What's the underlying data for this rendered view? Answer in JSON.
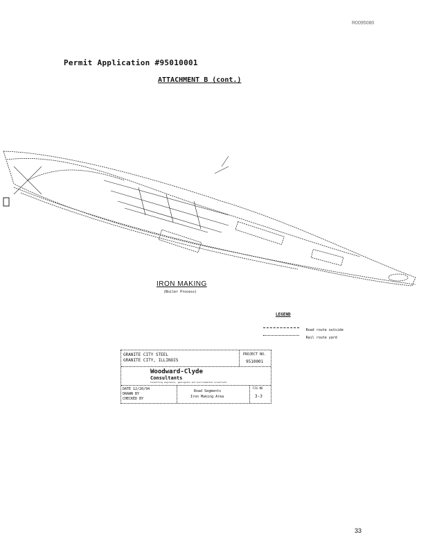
{
  "header": {
    "doc_id": "R0095080",
    "permit": "Permit Application #95010001",
    "attachment": "ATTACHMENT B (cont.)"
  },
  "map": {
    "title": "IRON MAKING",
    "subtitle": "(Boiler Process)",
    "legend_title": "LEGEND",
    "legend_items": [
      "Road route outside",
      "Rail route yard"
    ]
  },
  "title_block": {
    "client_line1": "GRANITE CITY STEEL",
    "client_line2": "GRANITE CITY, ILLINOIS",
    "project_label": "PROJECT NO.",
    "project_no": "9510001",
    "firm_line1": "Woodward-Clyde",
    "firm_line2": "Consultants",
    "firm_tagline": "Consulting engineers, geologists and environmental scientists",
    "date": "DATE 12/20/94",
    "drawn_by": "DRAWN BY",
    "checked_by": "CHECKED BY",
    "drawing_title1": "Road Segments",
    "drawing_title2": "Iron Making Area",
    "fig_label": "FIG NO",
    "fig_no": "3-3"
  },
  "footer": {
    "page_number": "33"
  }
}
